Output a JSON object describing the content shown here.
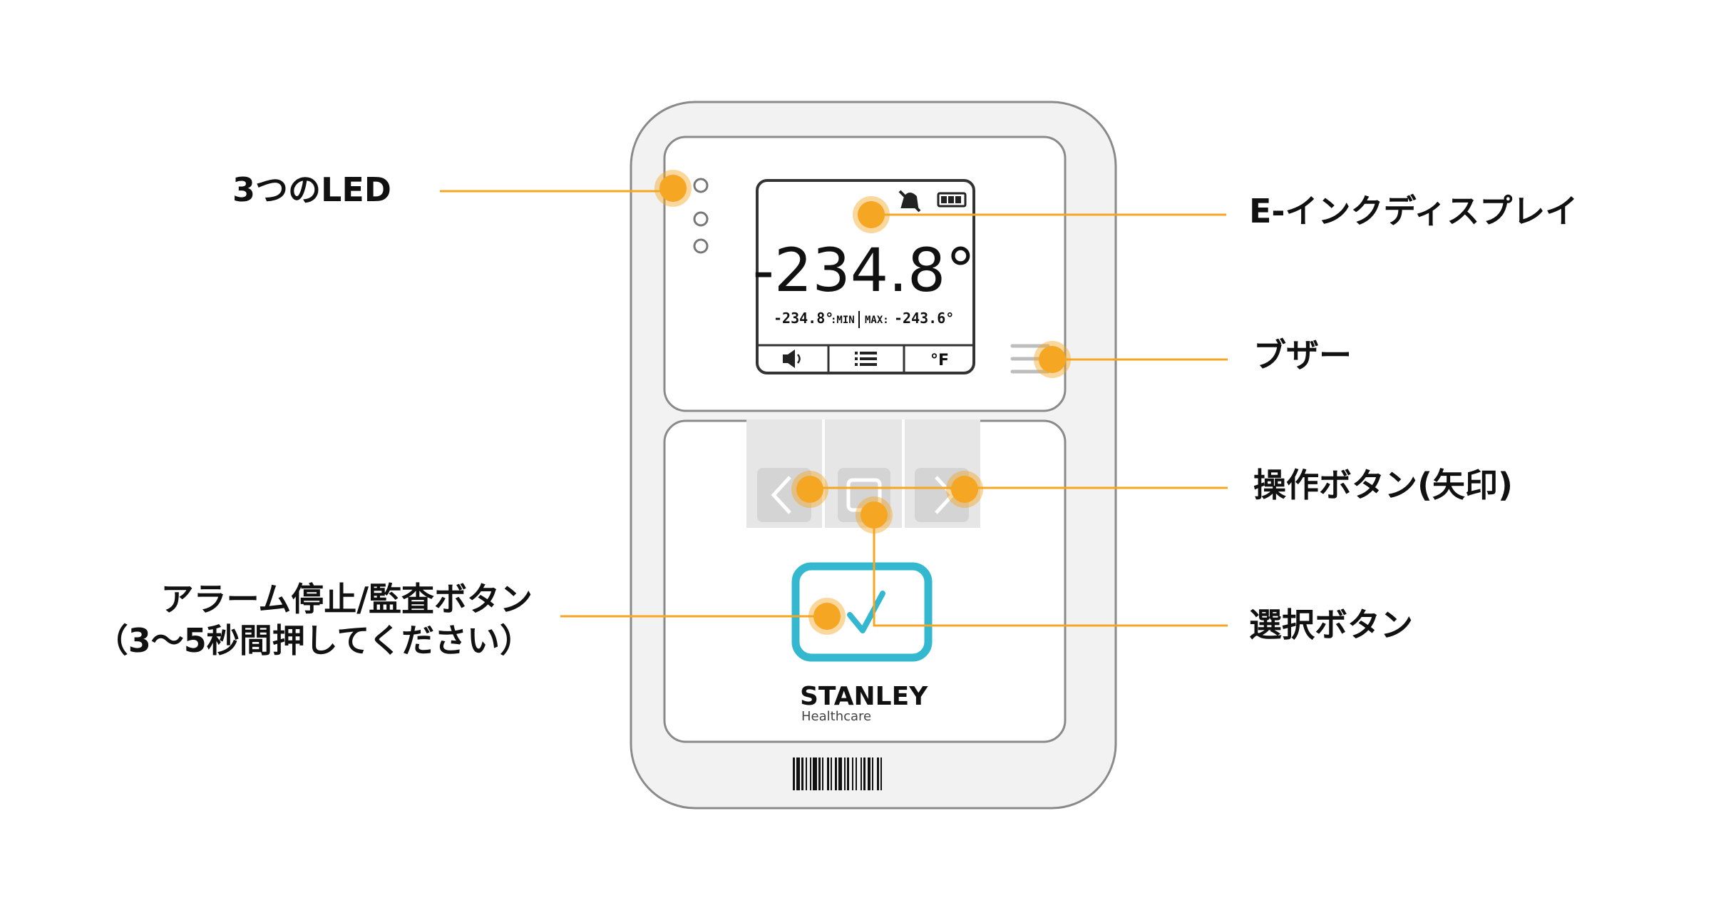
{
  "device": {
    "reading_main": "-234.8°",
    "reading_min": "-234.8°",
    "min_tag": ":MIN",
    "max_tag": "MAX:",
    "reading_max": "-243.6°",
    "unit_button": "°F",
    "brand_name": "STANLEY",
    "brand_sub": "Healthcare"
  },
  "callouts": {
    "leds": "3つのLED",
    "display": "E-インクディスプレイ",
    "buzzer": "ブザー",
    "arrows": "操作ボタン(矢印)",
    "select": "選択ボタン",
    "alarm_line1": "アラーム停止/監査ボタン",
    "alarm_line2": "（3～5秒間押してください）"
  },
  "colors": {
    "callout": "#F5A623",
    "device_outline": "#8a8a8a",
    "accent": "#34B8CF"
  }
}
